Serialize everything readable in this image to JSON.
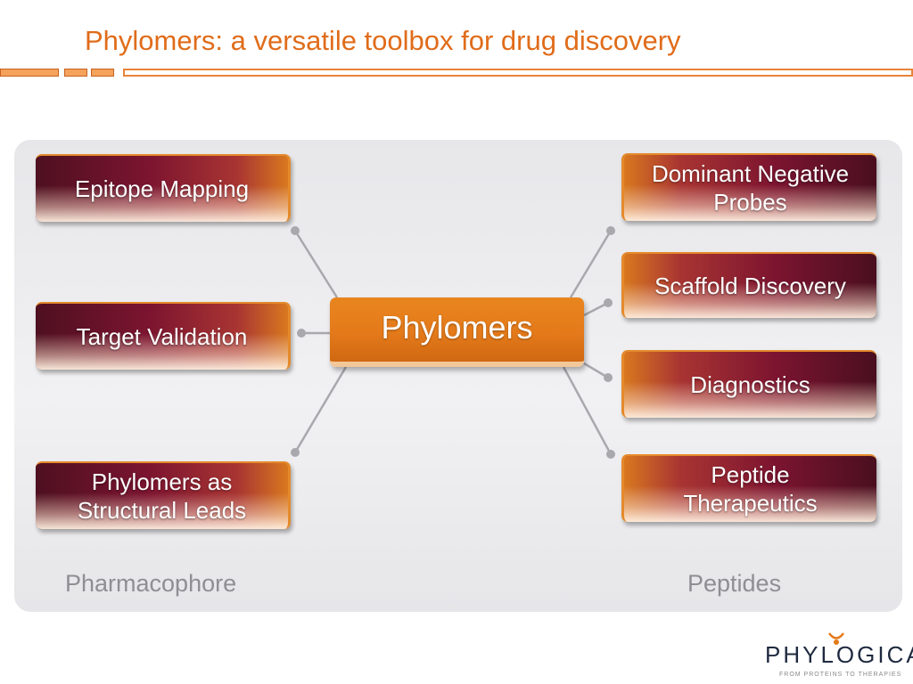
{
  "slide": {
    "title": "Phylomers: a versatile toolbox for drug discovery"
  },
  "diagram": {
    "center": {
      "label": "Phylomers"
    },
    "left_nodes": [
      {
        "label": "Epitope Mapping"
      },
      {
        "label": "Target Validation"
      },
      {
        "label": "Phylomers as Structural Leads"
      }
    ],
    "right_nodes": [
      {
        "label": "Dominant Negative Probes"
      },
      {
        "label": "Scaffold Discovery"
      },
      {
        "label": "Diagnostics"
      },
      {
        "label": "Peptide Therapeutics"
      }
    ],
    "group_labels": {
      "left": "Pharmacophore",
      "right": "Peptides"
    },
    "colors": {
      "accent_orange": "#e47a1a",
      "node_maroon": "#7c1430",
      "connector_gray": "#9c9ca2",
      "title_orange": "#e06c1a"
    }
  },
  "logo": {
    "word": "PHYLOGICA",
    "tagline": "FROM PROTEINS TO THERAPIES"
  }
}
